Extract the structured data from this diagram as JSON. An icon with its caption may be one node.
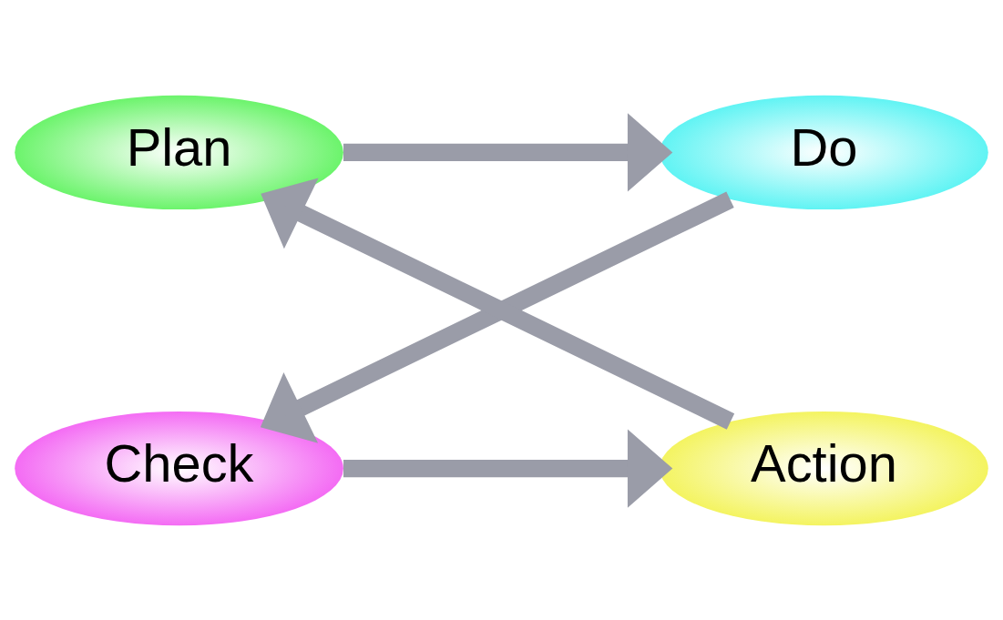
{
  "diagram": {
    "nodes": [
      {
        "text": [
          "Plan"
        ]
      },
      {
        "text": [
          "Do"
        ]
      },
      {
        "text": [
          "Check"
        ]
      },
      {
        "text": [
          "Action"
        ]
      }
    ],
    "edges": [
      {
        "from": 0,
        "to": 1,
        "arrow": "to"
      },
      {
        "from": 1,
        "to": 2,
        "arrow": "to"
      },
      {
        "from": 2,
        "to": 3,
        "arrow": "to"
      },
      {
        "from": 3,
        "to": 0,
        "arrow": "to"
      }
    ]
  }
}
